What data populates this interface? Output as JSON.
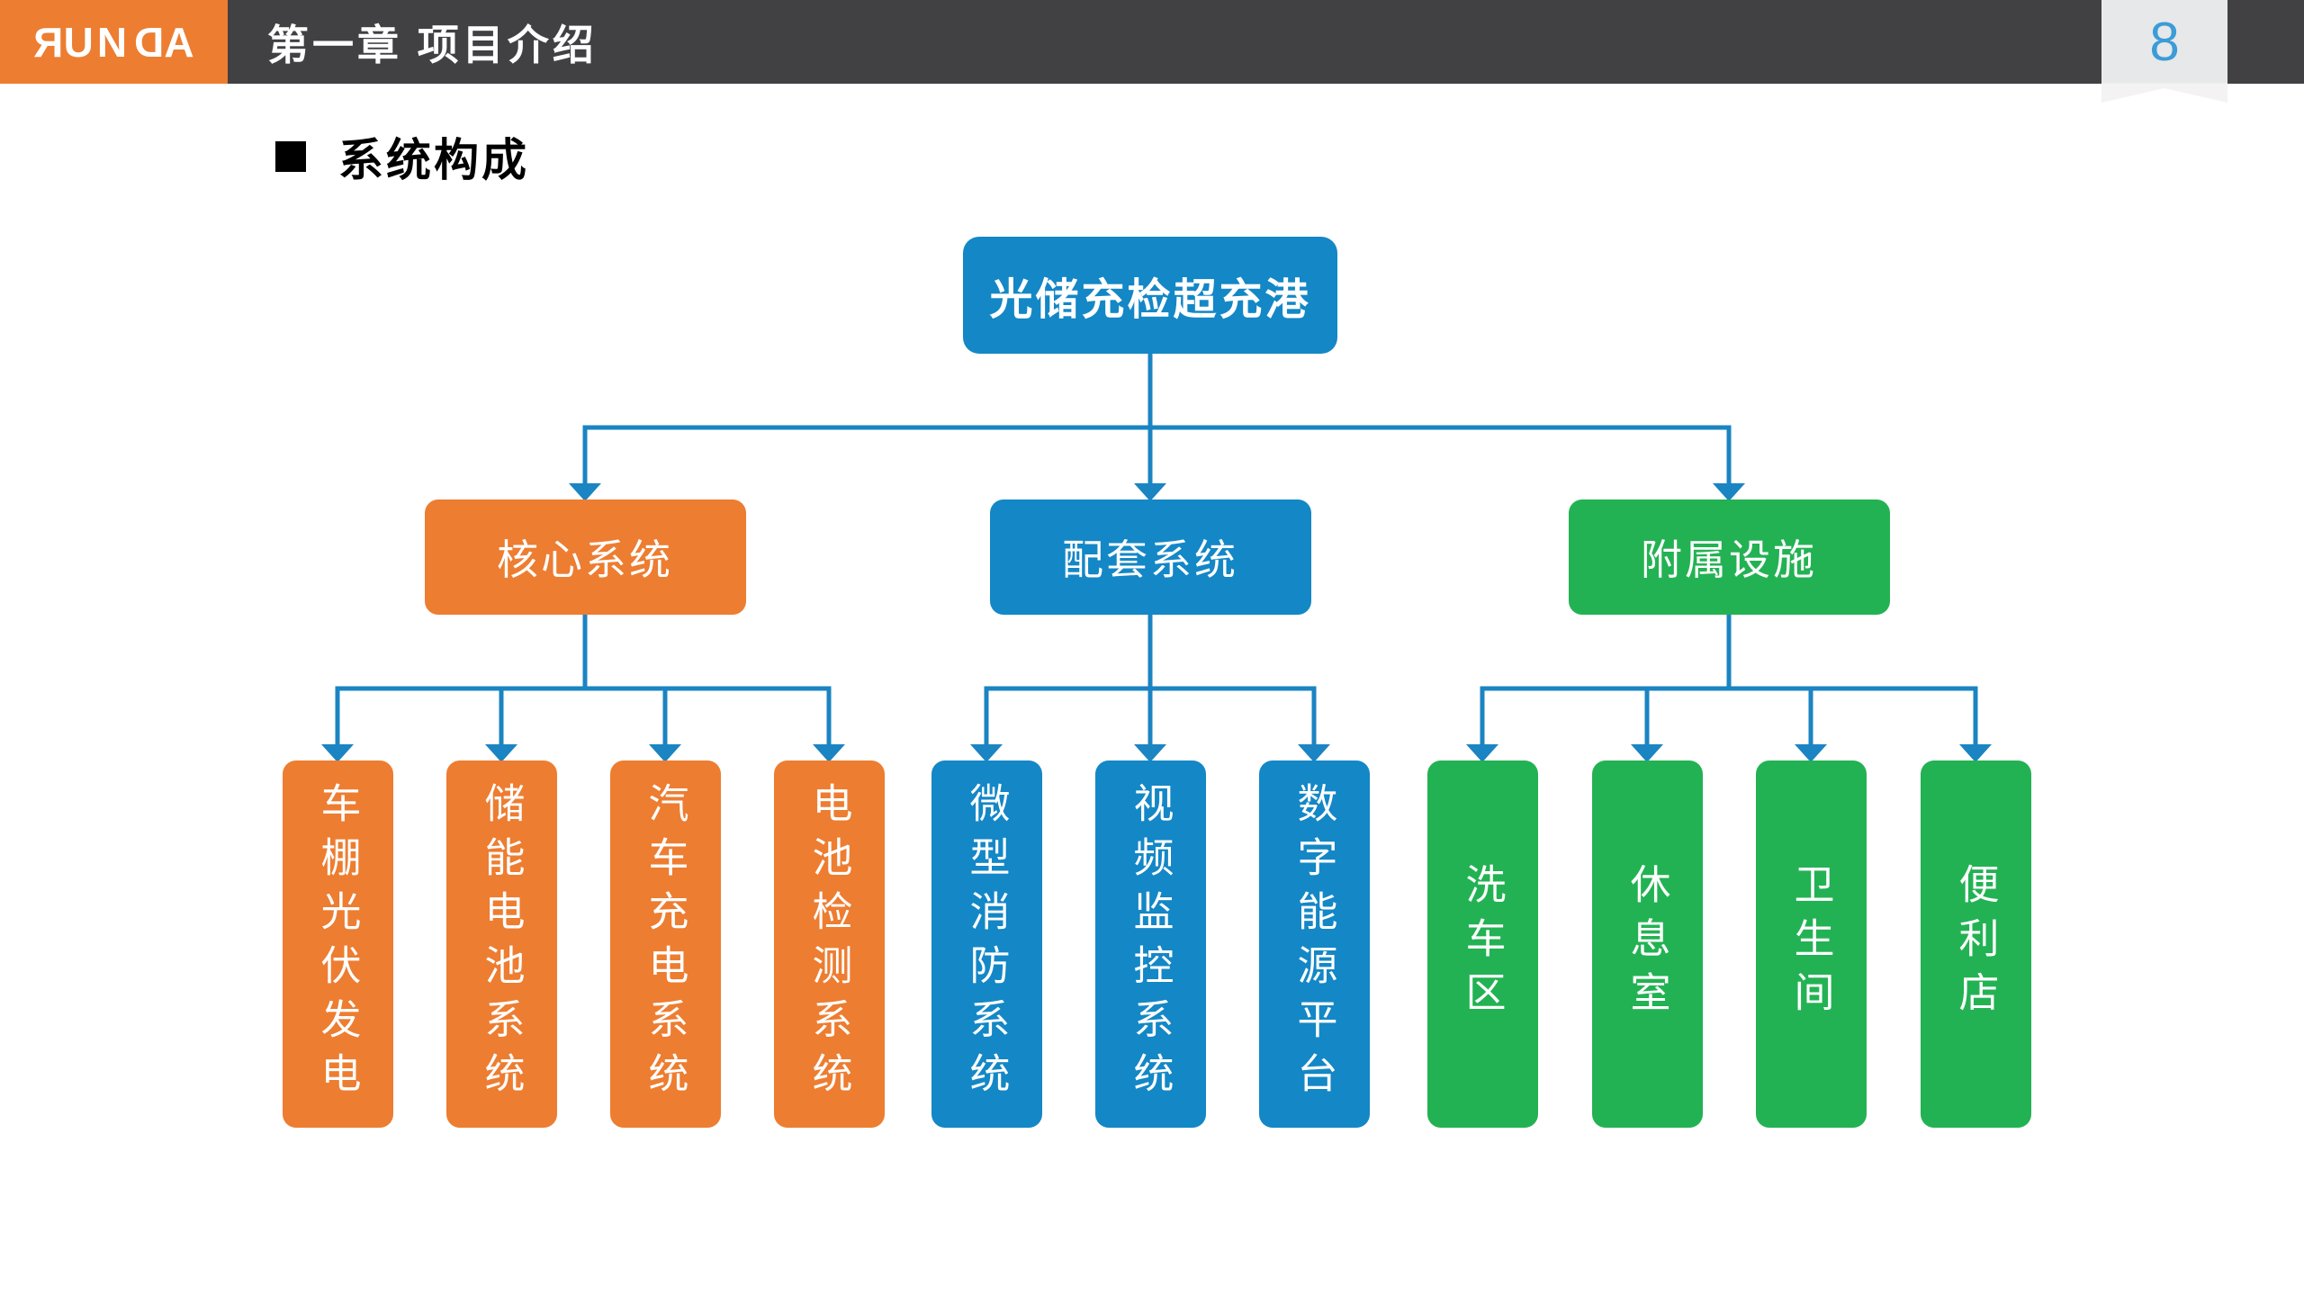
{
  "palette": {
    "header_bg": "#414144",
    "logo_bg": "#ED7D31",
    "logo_text_color": "#ffffff",
    "ribbon_bg": "#e7e8e9",
    "page_number_color": "#3C9CD7",
    "title_color": "#000000",
    "blue": "#1487C6",
    "orange": "#ED7D31",
    "green": "#23B253",
    "connector": "#1B84C2",
    "node_text_color": "#ffffff"
  },
  "header": {
    "logo_text": "RUNDA",
    "chapter_title": "第一章  项目介绍",
    "page_number": "8"
  },
  "slide": {
    "section_title": "系统构成"
  },
  "chart_data": {
    "type": "org-tree",
    "title": "系统构成",
    "root": {
      "label": "光储充检超充港",
      "color_key": "blue"
    },
    "branches": [
      {
        "label": "核心系统",
        "color_key": "orange",
        "children": [
          "车棚光伏发电",
          "储能电池系统",
          "汽车充电系统",
          "电池检测系统"
        ]
      },
      {
        "label": "配套系统",
        "color_key": "blue",
        "children": [
          "微型消防系统",
          "视频监控系统",
          "数字能源平台"
        ]
      },
      {
        "label": "附属设施",
        "color_key": "green",
        "children": [
          "洗车区",
          "休息室",
          "卫生间",
          "便利店"
        ]
      }
    ]
  }
}
